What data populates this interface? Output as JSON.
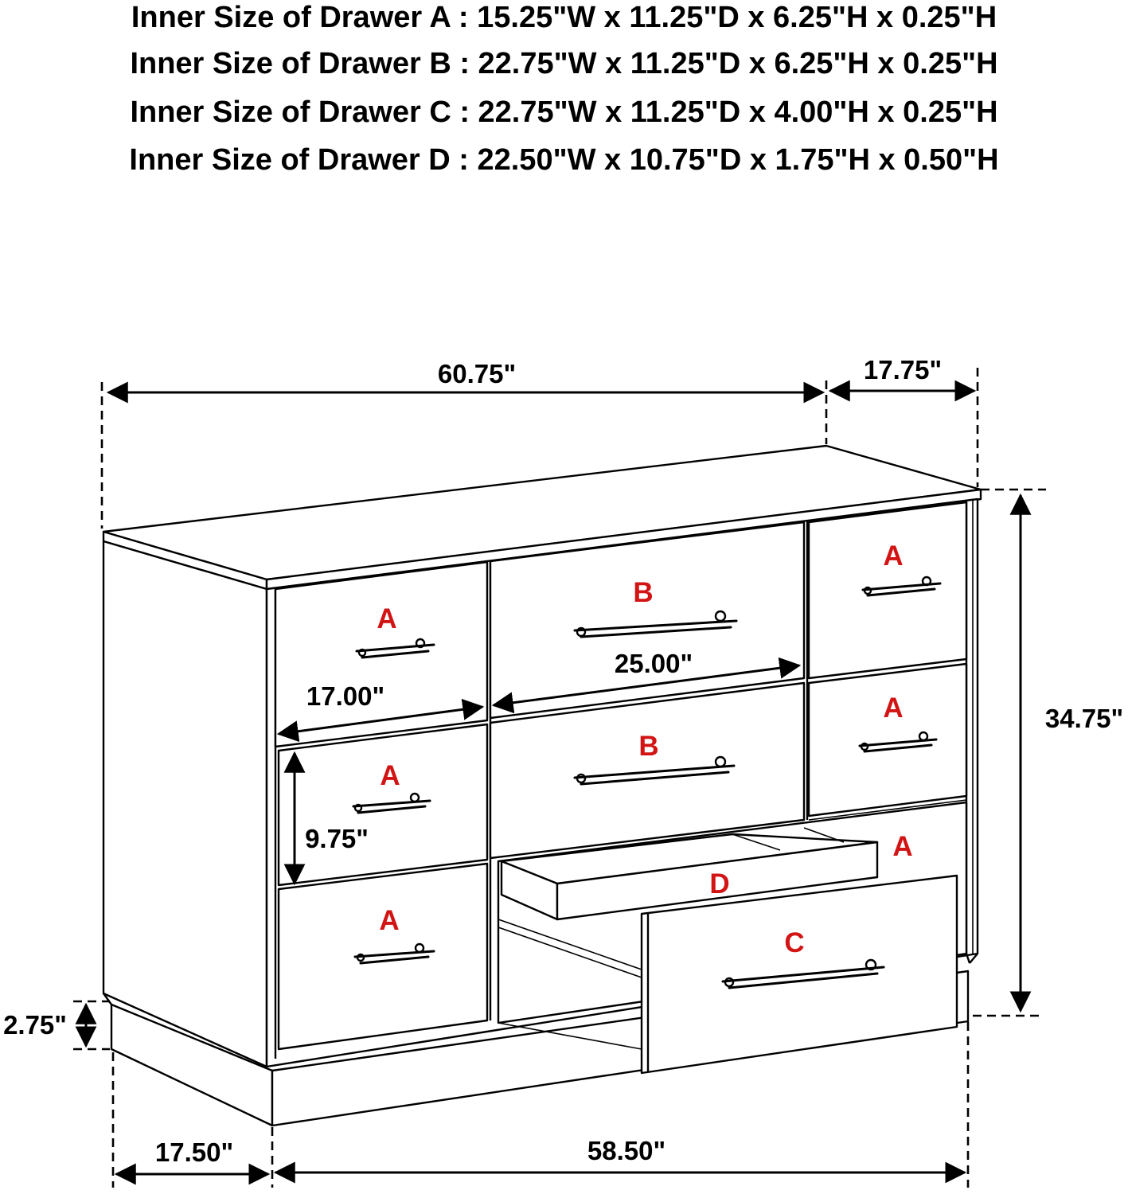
{
  "specs": [
    "Inner Size of Drawer A : 15.25\"W x 11.25\"D x 6.25\"H x 0.25\"H",
    "Inner Size of Drawer B : 22.75\"W x 11.25\"D x 6.25\"H x 0.25\"H",
    "Inner Size of Drawer C : 22.75\"W x 11.25\"D x 4.00\"H x 0.25\"H",
    "Inner Size of Drawer  D : 22.50\"W x 10.75\"D x 1.75\"H x 0.50\"H"
  ],
  "dimensions": {
    "overall_width": "60.75\"",
    "overall_depth": "17.75\"",
    "overall_height": "34.75\"",
    "base_height": "2.75\"",
    "base_depth": "17.50\"",
    "base_width": "58.50\"",
    "drawer_a_width": "17.00\"",
    "drawer_b_width": "25.00\"",
    "drawer_a_height": "9.75\""
  },
  "drawer_labels": {
    "a": "A",
    "b": "B",
    "c": "C",
    "d": "D"
  },
  "colors": {
    "label": "#d21414",
    "line": "#000000"
  }
}
